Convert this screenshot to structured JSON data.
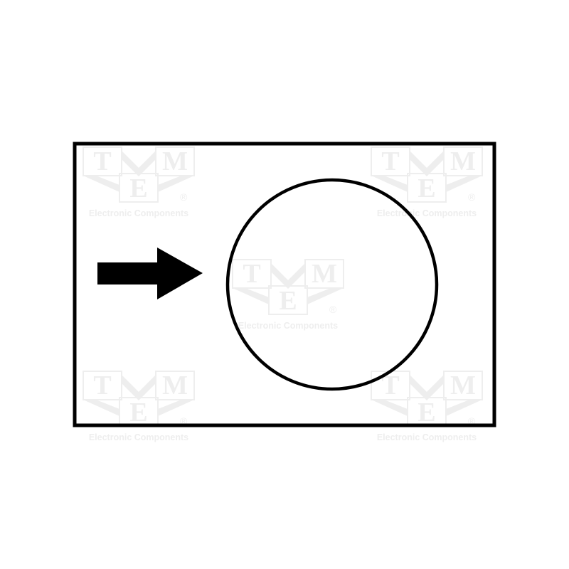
{
  "symbol": {
    "stroke_color": "#000000",
    "background": "#ffffff",
    "frame": "rectangle-frame",
    "arrow": "right-arrow-icon",
    "circle": "circle-icon"
  },
  "watermark": {
    "brand_letters": [
      "T",
      "M",
      "E"
    ],
    "registered_mark": "®",
    "caption": "Electronic Components",
    "color": "#eeeeee",
    "logo": "tme-logo-watermark"
  }
}
